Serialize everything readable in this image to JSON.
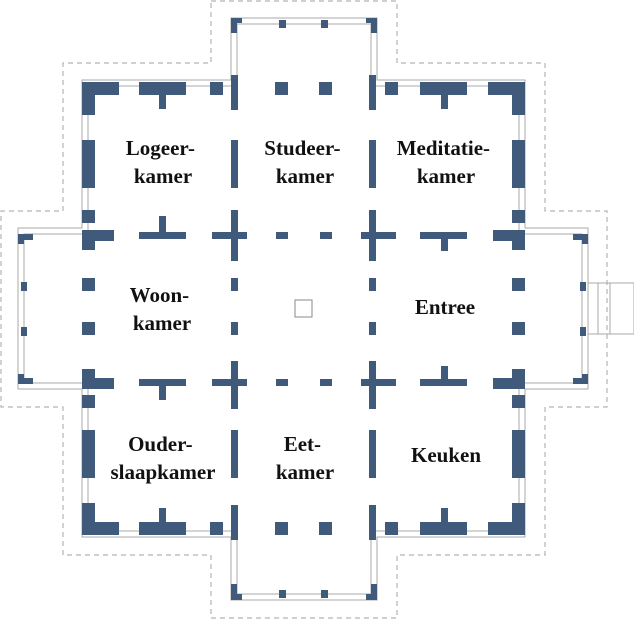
{
  "colors": {
    "wall": "#3f5a7b",
    "outline": "#a9a9a9",
    "dashed": "#b5b5b5",
    "label": "#111111",
    "background": "#ffffff"
  },
  "rooms": [
    {
      "id": "logeerkamer",
      "lines": [
        "Logeer-",
        "kamer"
      ]
    },
    {
      "id": "studeerkamer",
      "lines": [
        "Studeer-",
        "kamer"
      ]
    },
    {
      "id": "meditatiekamer",
      "lines": [
        "Meditatie-",
        "kamer"
      ]
    },
    {
      "id": "woonkamer",
      "lines": [
        "Woon-",
        "kamer"
      ]
    },
    {
      "id": "entree",
      "lines": [
        "Entree"
      ]
    },
    {
      "id": "ouderslaapkamer",
      "lines": [
        "Ouder-",
        "slaapkamer"
      ]
    },
    {
      "id": "eetkamer",
      "lines": [
        "Eet-",
        "kamer"
      ]
    },
    {
      "id": "keuken",
      "lines": [
        "Keuken"
      ]
    }
  ]
}
